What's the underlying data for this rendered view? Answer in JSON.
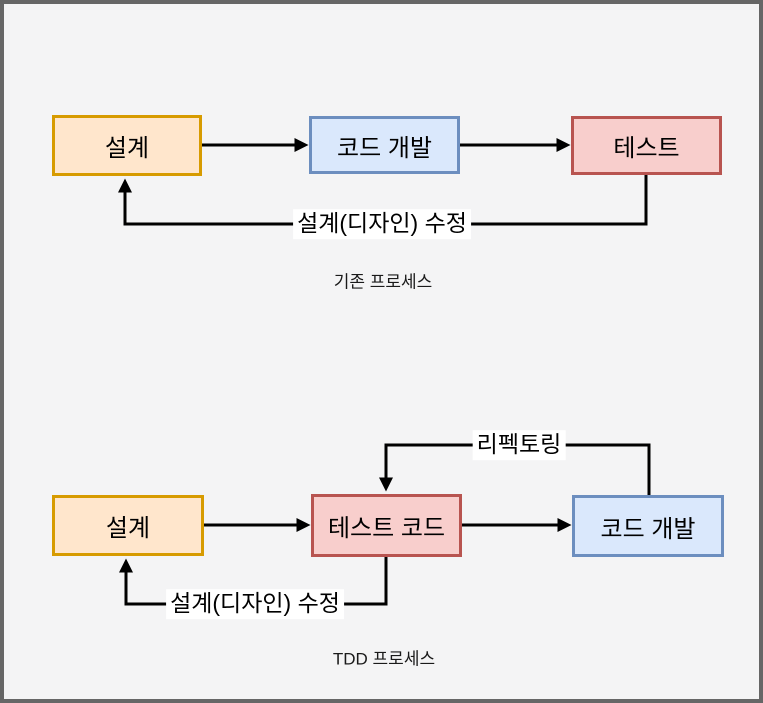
{
  "page": {
    "background_color": "#f4f4f5",
    "frame_color": "#666666"
  },
  "palette": {
    "orange_fill": "#ffe6cc",
    "orange_stroke": "#d79b00",
    "blue_fill": "#dae8fc",
    "blue_stroke": "#6c8ebf",
    "red_fill": "#f8cecc",
    "red_stroke": "#b85450",
    "connector_color": "#000000",
    "text_color": "#000000"
  },
  "diagrams": [
    {
      "caption": "기존 프로세스",
      "nodes": [
        {
          "label": "설계",
          "color": "orange"
        },
        {
          "label": "코드 개발",
          "color": "blue"
        },
        {
          "label": "테스트",
          "color": "red"
        }
      ],
      "edge_labels": {
        "design_fix": "설계(디자인) 수정"
      }
    },
    {
      "caption": "TDD 프로세스",
      "nodes": [
        {
          "label": "설계",
          "color": "orange"
        },
        {
          "label": "테스트 코드",
          "color": "red"
        },
        {
          "label": "코드 개발",
          "color": "blue"
        }
      ],
      "edge_labels": {
        "refactoring": "리펙토링",
        "design_fix": "설계(디자인) 수정"
      }
    }
  ]
}
